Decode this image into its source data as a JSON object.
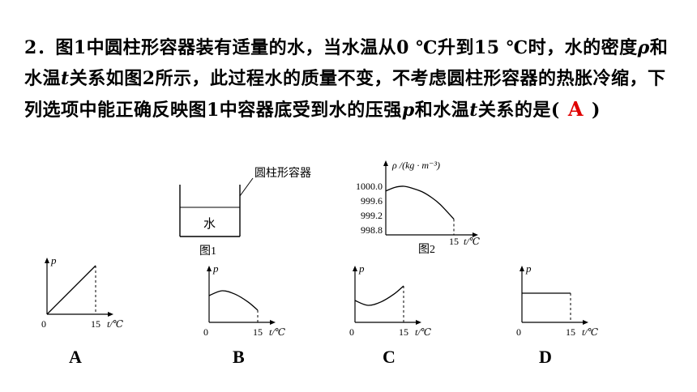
{
  "question": {
    "number": "2．",
    "seg1": "图1中圆柱形容器装有适量的水，当水温从0 ℃升到15 ℃时，水的密度",
    "rho": "ρ",
    "seg2": "和水温",
    "t": "t",
    "seg3": "关系如图2所示，此过程水的质量不变，不考虑圆柱形容器的热胀冷缩，下列选项中能正确反映图1中容器底受到水的压强",
    "p": "p",
    "seg4": "和水温",
    "t2": "t",
    "seg5": "关系的是(",
    "answer": "A",
    "close": ")"
  },
  "figure1": {
    "container_label": "圆柱形容器",
    "water_label": "水",
    "caption": "图1"
  },
  "figure2": {
    "caption": "图2",
    "y_axis_label": "ρ /(kg · m⁻³)",
    "x_axis_label": "t/℃",
    "x_tick": "15"
  },
  "chart_data": [
    {
      "type": "line",
      "title": "图2",
      "xlabel": "t/℃",
      "ylabel": "ρ /(kg · m⁻³)",
      "y_ticks": [
        "1000.0",
        "999.6",
        "999.2",
        "998.8"
      ],
      "x_ticks": [
        "15"
      ],
      "xlim": [
        0,
        15
      ],
      "ylim": [
        998.8,
        1000.0
      ],
      "x": [
        0,
        2,
        4,
        6,
        8,
        10,
        12,
        15
      ],
      "y": [
        999.87,
        999.97,
        1000.0,
        999.94,
        999.85,
        999.7,
        999.5,
        999.1
      ]
    },
    {
      "type": "line",
      "option": "A",
      "ylabel": "p",
      "xlabel": "t/℃",
      "x_ticks": [
        "0",
        "15"
      ],
      "x": [
        0,
        15
      ],
      "y": [
        0,
        1
      ],
      "shape": "linear-increasing-from-origin"
    },
    {
      "type": "line",
      "option": "B",
      "ylabel": "p",
      "xlabel": "t/℃",
      "x_ticks": [
        "0",
        "15"
      ],
      "x": [
        0,
        4,
        8,
        12,
        15
      ],
      "y": [
        0.55,
        0.65,
        0.58,
        0.42,
        0.25
      ],
      "shape": "rise-then-fall"
    },
    {
      "type": "line",
      "option": "C",
      "ylabel": "p",
      "xlabel": "t/℃",
      "x_ticks": [
        "0",
        "15"
      ],
      "x": [
        0,
        4,
        8,
        12,
        15
      ],
      "y": [
        0.45,
        0.35,
        0.42,
        0.58,
        0.75
      ],
      "shape": "fall-then-rise"
    },
    {
      "type": "line",
      "option": "D",
      "ylabel": "p",
      "xlabel": "t/℃",
      "x_ticks": [
        "0",
        "15"
      ],
      "x": [
        0,
        15
      ],
      "y": [
        0.6,
        0.6
      ],
      "shape": "constant"
    }
  ],
  "options": {
    "A": "A",
    "B": "B",
    "C": "C",
    "D": "D",
    "axis_p": "p",
    "axis_t": "t/℃",
    "tick_0": "0",
    "tick_15": "15"
  }
}
